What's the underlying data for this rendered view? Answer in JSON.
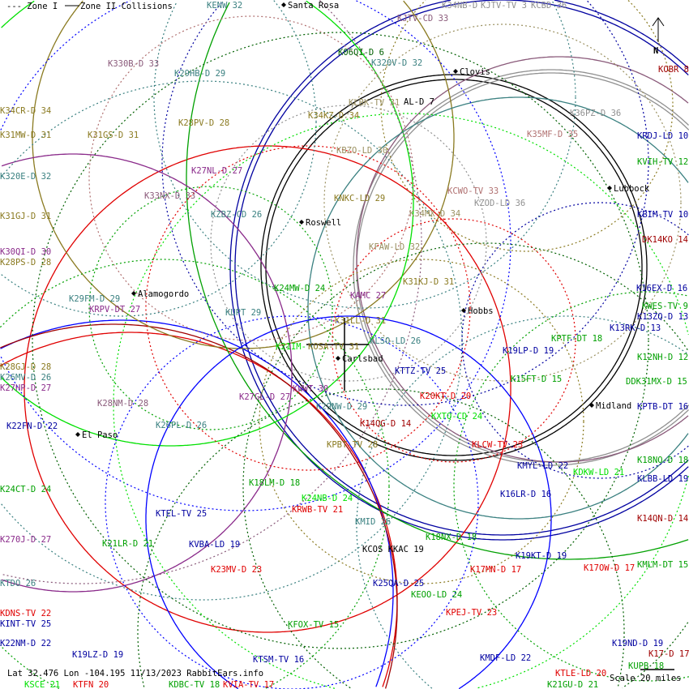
{
  "legend": {
    "zone1": "--- Zone I",
    "zone2": "Zone II Collisions"
  },
  "footer": {
    "coords": "Lat 32.476 Lon -104.195 11/13/2023 RabbitEars.info",
    "scale": "Scale 20 miles"
  },
  "north": "N",
  "colors": {
    "navy": "#0000a0",
    "blue": "#0000ff",
    "red": "#e00000",
    "darkred": "#a00000",
    "green": "#00a000",
    "lime": "#00e000",
    "olive": "#8a7a20",
    "teal": "#3a8080",
    "purple": "#8a2a8a",
    "mauve": "#8a5a7a",
    "grey": "#909090",
    "rosy": "#b07070",
    "dkgreen": "#006000",
    "black": "#000000",
    "khaki": "#9a9060"
  },
  "cities": [
    "Santa Rosa",
    "Clovis",
    "Lubbock",
    "Roswell",
    "Alamogordo",
    "Hobbs",
    "Carlsbad",
    "Midland",
    "El Paso"
  ],
  "stations": [
    "KENW 32",
    "KJTV-CD 33",
    "K34NB-D",
    "KJTV-TV 3",
    "KCBD 36",
    "K06QI-D 6",
    "K320V-D 32",
    "K330B-D 33",
    "K29HB-D 29",
    "KOBR 8",
    "K34CR-D 34",
    "KLBK-TV 31",
    "AL-D 7",
    "K34KZ-D 34",
    "K36PZ-D 36",
    "K31MW-D 31",
    "K31GS-D 31",
    "K28PV-D 28",
    "K35MF-D 35",
    "KRDJ-LD 10",
    "KBZO-LD 30",
    "KVIH-TV 12",
    "K27NL-D 27",
    "K320E-D 32",
    "KCWO-TV 33",
    "KZOD-LD 36",
    "K33NX-D 33",
    "KNKC-LD 29",
    "KBIM-TV 10",
    "KZBZ-CD 26",
    "K31GJ-D 31",
    "K34MX-D 34",
    "DK14KO 14",
    "KFAW-LD 32",
    "K30QI-D 30",
    "K28PS-D 28",
    "K31KJ-D 31",
    "K24MW-D 24",
    "KAMC 27",
    "K16EX-D 16",
    "K29FM-D 29",
    "KRPV-DT 27",
    "KUPT 29",
    "KWES-TV 9",
    "K13ZQ-D 13",
    "K13RK-D 13",
    "K31LL-D 31",
    "KPTF-DT 18",
    "KLSO-LD 26",
    "K21IM-",
    "KOSA-TV 31",
    "K19LP-D 19",
    "K12NH-D 12",
    "K28GJ-D 28",
    "K26MV-D 26",
    "K27HP-D 27",
    "KTTZ-TV 25",
    "K15FT-D 15",
    "DDK31MX-D 15",
    "KWWT 30",
    "K20KT-D 20",
    "K27GL-D 27",
    "K28NM-D 28",
    "KPTB-DT 16",
    "K29NW-D 29",
    "KXTQ-CD 24",
    "K14QG-D 14",
    "K22FN-D 22",
    "K26PL-D 26",
    "KLCW-TV 23",
    "KPBT-TV 28",
    "KMYL-LD 22",
    "K18NO-D 18",
    "KDKW-LD 21",
    "KLBB-LD 19",
    "K18LM-D 18",
    "K24CT-D 24",
    "K24NB-D 24",
    "KRWB-TV 21",
    "K16LR-D 16",
    "KTEL-TV 25",
    "KMID 26",
    "K14QN-D 14",
    "K18NX-D 18",
    "K270J-D 27",
    "K21LR-D 21",
    "KVBA-LD 19",
    "KCOS KKAC 19",
    "K19KT-D 19",
    "K23MV-D 23",
    "K17MN-D 17",
    "K17OW-D 17",
    "KMLM-DT 15",
    "KTDO 26",
    "K25QA-D 25",
    "KEOO-LD 24",
    "KPEJ-TV 23",
    "KDNS-TV 22",
    "KINT-TV 25",
    "KFOX-TV 15",
    "K22NM-D 22",
    "K19ND-D 19",
    "K17-D 17",
    "K19LZ-D 19",
    "KTSM-TV 16",
    "KMDF-LD 22",
    "KUPB 18",
    "KTLE-LD 20",
    "KSCE 21",
    "KTFN 20",
    "KDBC-TV 18",
    "KVIA-TV 17",
    "K21GU-D 21"
  ]
}
